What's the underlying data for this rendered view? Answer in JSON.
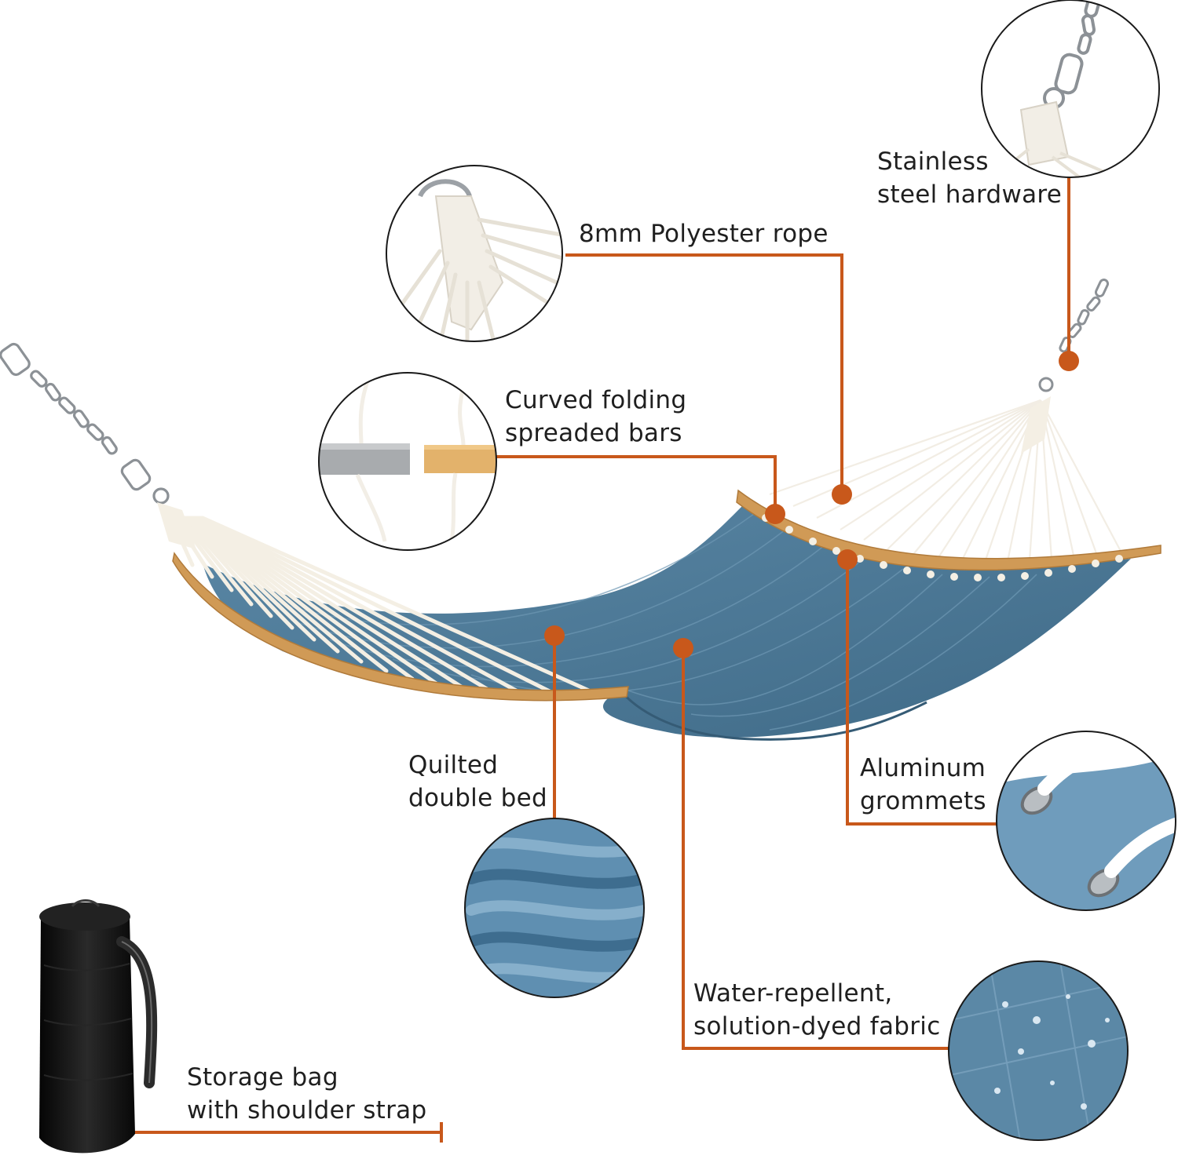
{
  "colors": {
    "accent": "#c8581b",
    "fabric": "#4e7d9c",
    "fabric_dark": "#3c6683",
    "wood": "#d19a55",
    "rope": "#f6f1e6",
    "metal": "#8a8f94",
    "bag": "#141414"
  },
  "callouts": [
    {
      "id": "hardware",
      "lines": [
        "Stainless",
        "steel hardware"
      ],
      "icon": "carabiner-chain-icon"
    },
    {
      "id": "rope",
      "lines": [
        "8mm Polyester rope"
      ],
      "icon": "rope-closeup-icon"
    },
    {
      "id": "bars",
      "lines": [
        "Curved folding",
        "spreaded bars"
      ],
      "icon": "folding-bar-icon"
    },
    {
      "id": "bed",
      "lines": [
        "Quilted",
        "double bed"
      ],
      "icon": "quilted-fabric-icon"
    },
    {
      "id": "grommets",
      "lines": [
        "Aluminum",
        "grommets"
      ],
      "icon": "grommet-icon"
    },
    {
      "id": "fabric",
      "lines": [
        "Water-repellent,",
        "solution-dyed fabric"
      ],
      "icon": "water-drop-fabric-icon"
    },
    {
      "id": "bag",
      "lines": [
        "Storage bag",
        "with shoulder strap"
      ],
      "icon": "storage-bag-icon"
    }
  ]
}
